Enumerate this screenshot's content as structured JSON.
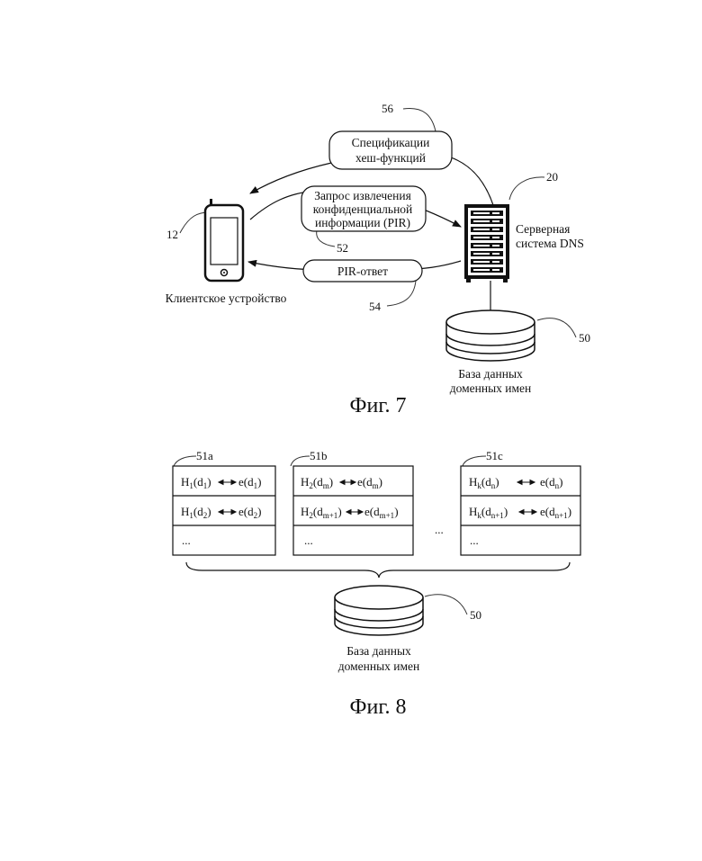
{
  "fig7": {
    "caption": "Фиг. 7",
    "client_label": "Клиентское устройство",
    "server_label_lines": [
      "Серверная",
      "система DNS"
    ],
    "db_label_lines": [
      "База данных",
      "доменных имен"
    ],
    "spec_box_lines": [
      "Спецификации",
      "хеш-функций"
    ],
    "pir_request_lines": [
      "Запрос извлечения",
      "конфиденциальной",
      "информации (PIR)"
    ],
    "pir_response": "PIR-ответ",
    "refs": {
      "client": "12",
      "server": "20",
      "db": "50",
      "request": "52",
      "response": "54",
      "spec": "56"
    }
  },
  "fig8": {
    "caption": "Фиг. 8",
    "db_label_lines": [
      "База данных",
      "доменных имен"
    ],
    "db_ref": "50",
    "ellipsis_between": "...",
    "tables": [
      {
        "ref": "51a",
        "rows": [
          {
            "h": "H",
            "hs": "1",
            "d": "d",
            "ds": "1",
            "e": "d",
            "es": "1"
          },
          {
            "h": "H",
            "hs": "1",
            "d": "d",
            "ds": "2",
            "e": "d",
            "es": "2"
          }
        ],
        "more": "..."
      },
      {
        "ref": "51b",
        "rows": [
          {
            "h": "H",
            "hs": "2",
            "d": "d",
            "ds": "m",
            "e": "d",
            "es": "m"
          },
          {
            "h": "H",
            "hs": "2",
            "d": "d",
            "ds": "m+1",
            "e": "d",
            "es": "m+1"
          }
        ],
        "more": "..."
      },
      {
        "ref": "51c",
        "rows": [
          {
            "h": "H",
            "hs": "k",
            "d": "d",
            "ds": "n",
            "e": "d",
            "es": "n"
          },
          {
            "h": "H",
            "hs": "k",
            "d": "d",
            "ds": "n+1",
            "e": "d",
            "es": "n+1"
          }
        ],
        "more": "..."
      }
    ]
  }
}
